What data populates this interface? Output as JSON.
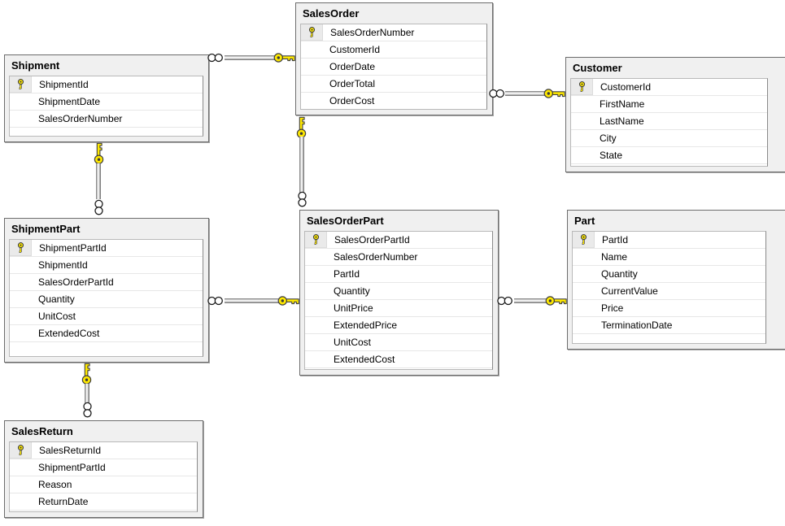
{
  "app": {
    "type": "database-diagram"
  },
  "diagram": {
    "tables": [
      {
        "name": "SalesOrder",
        "columns": [
          {
            "label": "SalesOrderNumber",
            "pk": true
          },
          {
            "label": "CustomerId",
            "pk": false
          },
          {
            "label": "OrderDate",
            "pk": false
          },
          {
            "label": "OrderTotal",
            "pk": false
          },
          {
            "label": "OrderCost",
            "pk": false
          }
        ]
      },
      {
        "name": "Shipment",
        "columns": [
          {
            "label": "ShipmentId",
            "pk": true
          },
          {
            "label": "ShipmentDate",
            "pk": false
          },
          {
            "label": "SalesOrderNumber",
            "pk": false
          }
        ]
      },
      {
        "name": "Customer",
        "columns": [
          {
            "label": "CustomerId",
            "pk": true
          },
          {
            "label": "FirstName",
            "pk": false
          },
          {
            "label": "LastName",
            "pk": false
          },
          {
            "label": "City",
            "pk": false
          },
          {
            "label": "State",
            "pk": false
          }
        ]
      },
      {
        "name": "ShipmentPart",
        "columns": [
          {
            "label": "ShipmentPartId",
            "pk": true
          },
          {
            "label": "ShipmentId",
            "pk": false
          },
          {
            "label": "SalesOrderPartId",
            "pk": false
          },
          {
            "label": "Quantity",
            "pk": false
          },
          {
            "label": "UnitCost",
            "pk": false
          },
          {
            "label": "ExtendedCost",
            "pk": false
          }
        ]
      },
      {
        "name": "SalesOrderPart",
        "columns": [
          {
            "label": "SalesOrderPartId",
            "pk": true
          },
          {
            "label": "SalesOrderNumber",
            "pk": false
          },
          {
            "label": "PartId",
            "pk": false
          },
          {
            "label": "Quantity",
            "pk": false
          },
          {
            "label": "UnitPrice",
            "pk": false
          },
          {
            "label": "ExtendedPrice",
            "pk": false
          },
          {
            "label": "UnitCost",
            "pk": false
          },
          {
            "label": "ExtendedCost",
            "pk": false
          }
        ]
      },
      {
        "name": "Part",
        "columns": [
          {
            "label": "PartId",
            "pk": true
          },
          {
            "label": "Name",
            "pk": false
          },
          {
            "label": "Quantity",
            "pk": false
          },
          {
            "label": "CurrentValue",
            "pk": false
          },
          {
            "label": "Price",
            "pk": false
          },
          {
            "label": "TerminationDate",
            "pk": false
          }
        ]
      },
      {
        "name": "SalesReturn",
        "columns": [
          {
            "label": "SalesReturnId",
            "pk": true
          },
          {
            "label": "ShipmentPartId",
            "pk": false
          },
          {
            "label": "Reason",
            "pk": false
          },
          {
            "label": "ReturnDate",
            "pk": false
          }
        ]
      }
    ],
    "relationships": [
      {
        "one": "SalesOrder",
        "many": "Shipment"
      },
      {
        "one": "Customer",
        "many": "SalesOrder"
      },
      {
        "one": "SalesOrder",
        "many": "SalesOrderPart"
      },
      {
        "one": "Shipment",
        "many": "ShipmentPart"
      },
      {
        "one": "SalesOrderPart",
        "many": "ShipmentPart"
      },
      {
        "one": "Part",
        "many": "SalesOrderPart"
      },
      {
        "one": "ShipmentPart",
        "many": "SalesReturn"
      }
    ],
    "icons": {
      "primary_key": "key-icon",
      "one_side": "key-icon",
      "many_side": "infinity-icon"
    },
    "colors": {
      "key_yellow": "#ffe900",
      "table_background": "#f0f0f0",
      "table_border": "#6d6d6d",
      "row_background": "#ffffff",
      "page_background": "#ffffff"
    }
  }
}
